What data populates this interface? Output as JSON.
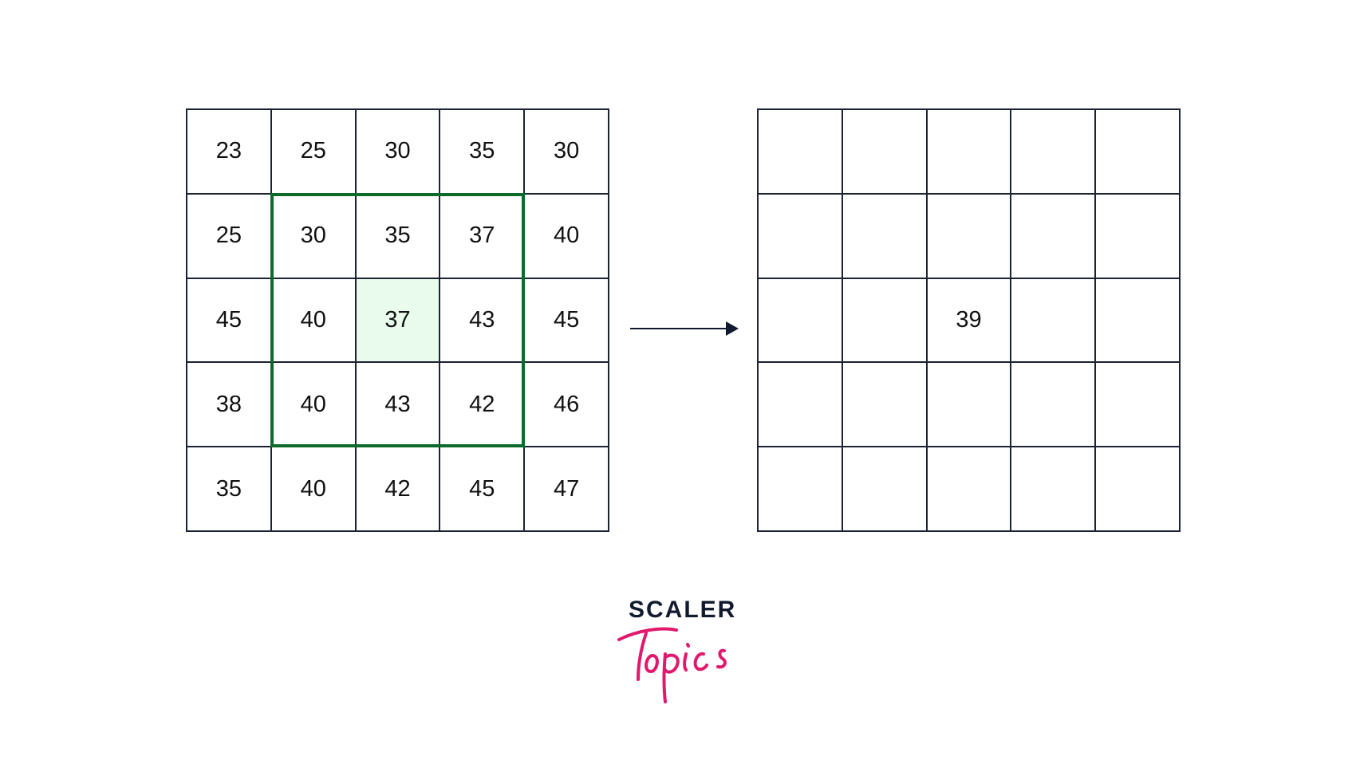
{
  "input_matrix": [
    [
      "23",
      "25",
      "30",
      "35",
      "30"
    ],
    [
      "25",
      "30",
      "35",
      "37",
      "40"
    ],
    [
      "45",
      "40",
      "37",
      "43",
      "45"
    ],
    [
      "38",
      "40",
      "43",
      "42",
      "46"
    ],
    [
      "35",
      "40",
      "42",
      "45",
      "47"
    ]
  ],
  "output_matrix": [
    [
      "",
      "",
      "",
      "",
      ""
    ],
    [
      "",
      "",
      "",
      "",
      ""
    ],
    [
      "",
      "",
      "39",
      "",
      ""
    ],
    [
      "",
      "",
      "",
      "",
      ""
    ],
    [
      "",
      "",
      "",
      "",
      ""
    ]
  ],
  "colors": {
    "window": "#0d6a2b",
    "highlight": "#e9fcec",
    "grid": "#1a2233",
    "logo_pink": "#e0196d"
  },
  "logo": {
    "top": "SCALER",
    "bottom": "Topics"
  }
}
